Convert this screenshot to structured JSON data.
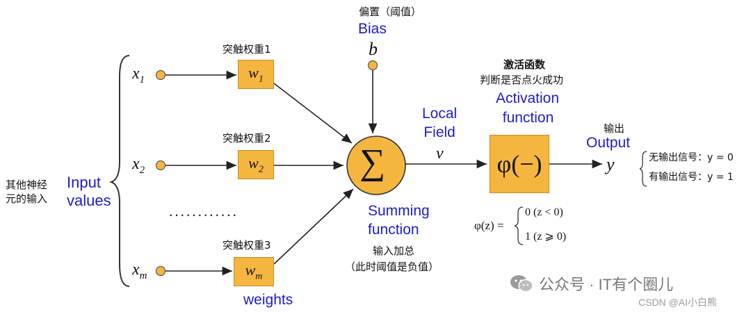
{
  "left_label": {
    "line1": "其他神经",
    "line2": "元的输入"
  },
  "input_values": {
    "line1": "Input",
    "line2": "values"
  },
  "inputs": [
    {
      "name": "x",
      "sub": "1"
    },
    {
      "name": "x",
      "sub": "2"
    },
    {
      "name": "x",
      "sub": "m"
    }
  ],
  "weights": [
    {
      "caption": "突触权重1",
      "name": "w",
      "sub": "1"
    },
    {
      "caption": "突触权重2",
      "name": "w",
      "sub": "2"
    },
    {
      "caption": "突触权重3",
      "name": "w",
      "sub": "m"
    }
  ],
  "ellipsis": "············",
  "weights_label": "weights",
  "bias": {
    "caption_cn": "偏置（阈值）",
    "label": "Bias",
    "symbol": "b"
  },
  "summing": {
    "symbol": "∑",
    "label_line1": "Summing",
    "label_line2": "function",
    "note_line1": "输入加总",
    "note_line2": "（此时阈值是负值）"
  },
  "local_field": {
    "line1": "Local",
    "line2": "Field",
    "symbol": "v"
  },
  "activation": {
    "caption_cn1": "激活函数",
    "caption_cn2": "判断是否点火成功",
    "label_line1": "Activation",
    "label_line2": "function",
    "box_text": "φ(−)"
  },
  "phi_formula": {
    "lhs": "φ(z) =",
    "case1": "0   (z < 0)",
    "case2": "1   (z ⩾ 0)"
  },
  "output": {
    "caption_cn": "输出",
    "label": "Output",
    "symbol": "y"
  },
  "output_cases": {
    "case1": "无输出信号：y = 0",
    "case2": "有输出信号：y = 1"
  },
  "watermark": {
    "text": "公众号 · IT有个圈儿",
    "credit": "CSDN @AI小白熊"
  },
  "colors": {
    "accent_blue": "#1c1cc8",
    "node_fill": "#f5b63f",
    "wire": "#333333"
  }
}
